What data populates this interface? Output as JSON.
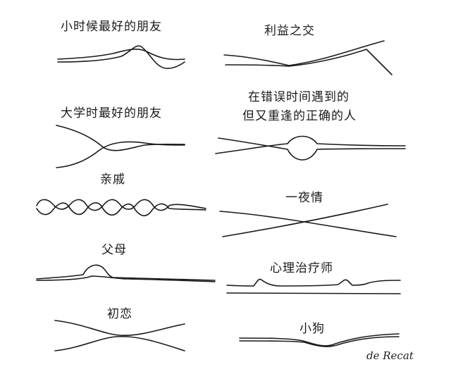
{
  "panels": [
    {
      "id": "childhood",
      "label": "小时候最好的朋友"
    },
    {
      "id": "mutual",
      "label": "利益之交"
    },
    {
      "id": "college",
      "label": "大学时最好的朋友"
    },
    {
      "id": "wrongtime_l1",
      "label": "在错误时间遇到的"
    },
    {
      "id": "wrongtime_l2",
      "label": "但又重逢的正确的人"
    },
    {
      "id": "relatives",
      "label": "亲戚"
    },
    {
      "id": "onenight",
      "label": "一夜情"
    },
    {
      "id": "parents",
      "label": "父母"
    },
    {
      "id": "therapist",
      "label": "心理治疗师"
    },
    {
      "id": "firstlove",
      "label": "初恋"
    },
    {
      "id": "puppy",
      "label": "小狗"
    }
  ],
  "signature": "de Recat"
}
